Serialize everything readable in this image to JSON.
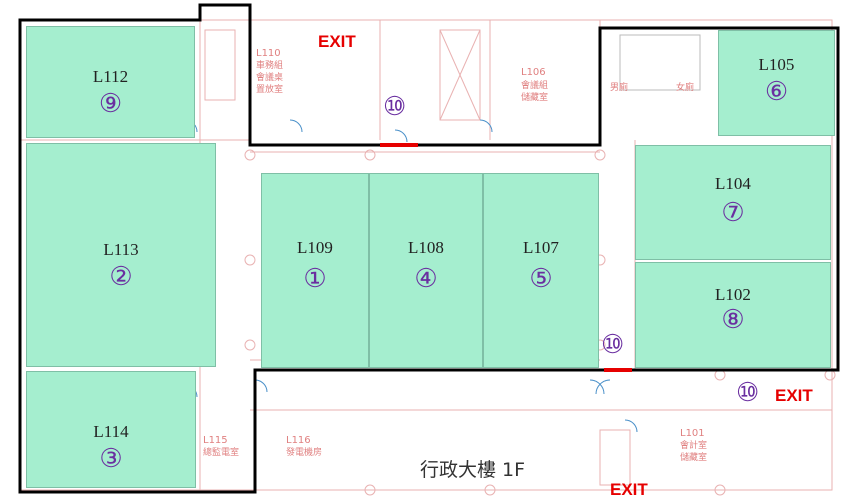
{
  "map": {
    "caption": "行政大樓 1F",
    "rooms": [
      {
        "id": "L112",
        "label": "L112",
        "number": "⑨"
      },
      {
        "id": "L113",
        "label": "L113",
        "number": "②"
      },
      {
        "id": "L114",
        "label": "L114",
        "number": "③"
      },
      {
        "id": "L109",
        "label": "L109",
        "number": "①"
      },
      {
        "id": "L108",
        "label": "L108",
        "number": "④"
      },
      {
        "id": "L107",
        "label": "L107",
        "number": "⑤"
      },
      {
        "id": "L105",
        "label": "L105",
        "number": "⑥"
      },
      {
        "id": "L104",
        "label": "L104",
        "number": "⑦"
      },
      {
        "id": "L102",
        "label": "L102",
        "number": "⑧"
      }
    ],
    "exits": [
      {
        "id": "exit-north",
        "label": "EXIT",
        "number": "⑩"
      },
      {
        "id": "exit-middle",
        "label": "",
        "number": "⑩"
      },
      {
        "id": "exit-east",
        "label": "EXIT",
        "number": "⑩"
      },
      {
        "id": "exit-south",
        "label": "EXIT",
        "number": ""
      }
    ],
    "faint_labels": {
      "l110": "L110",
      "l110_sub": "車務組\n會議桌\n置放室",
      "l106": "L106",
      "l106_sub": "會議組\n儲藏室",
      "l115": "L115",
      "l115_sub": "總監電室",
      "l116": "L116",
      "l116_sub": "發電機房",
      "l101": "L101",
      "l101_sub": "會計室\n儲藏室",
      "male_wc": "男廁",
      "female_wc": "女廁"
    }
  }
}
